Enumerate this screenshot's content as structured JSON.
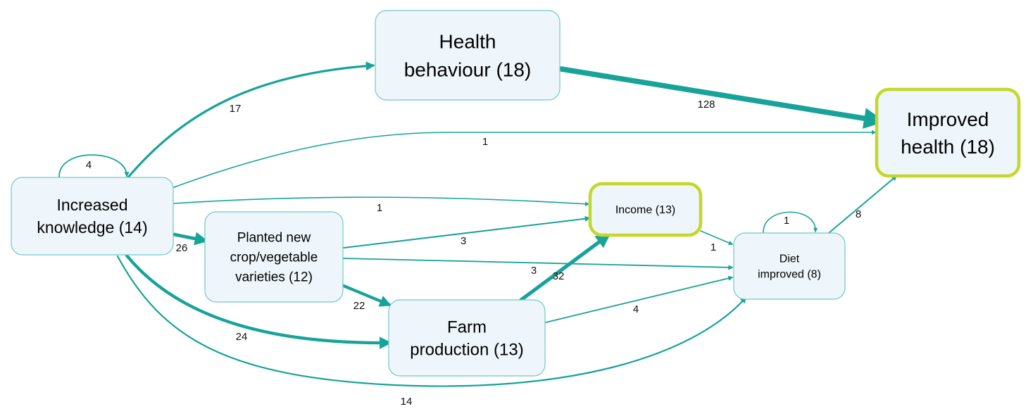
{
  "colors": {
    "edge": "#17a399",
    "node_fill": "#eef6fb",
    "node_border": "#6fc9c4",
    "outcome_border": "#c3d82a"
  },
  "nodes": {
    "knowledge": {
      "lines": [
        "Increased",
        "knowledge (14)"
      ]
    },
    "health_behaviour": {
      "lines": [
        "Health",
        "behaviour (18)"
      ]
    },
    "improved_health": {
      "lines": [
        "Improved",
        "health (18)"
      ]
    },
    "income": {
      "lines": [
        "Income (13)"
      ]
    },
    "planted": {
      "lines": [
        "Planted new",
        "crop/vegetable",
        "varieties (12)"
      ]
    },
    "farm": {
      "lines": [
        "Farm",
        "production (13)"
      ]
    },
    "diet": {
      "lines": [
        "Diet",
        "improved (8)"
      ]
    }
  },
  "edges": [
    {
      "id": "knowledge-self",
      "from": "knowledge",
      "to": "knowledge",
      "weight": 4,
      "label": "4"
    },
    {
      "id": "knowledge-health-behaviour",
      "from": "knowledge",
      "to": "health_behaviour",
      "weight": 17,
      "label": "17"
    },
    {
      "id": "health-behaviour-improved-health",
      "from": "health_behaviour",
      "to": "improved_health",
      "weight": 128,
      "label": "128"
    },
    {
      "id": "knowledge-improved-health",
      "from": "knowledge",
      "to": "improved_health",
      "weight": 1,
      "label": "1"
    },
    {
      "id": "knowledge-income",
      "from": "knowledge",
      "to": "income",
      "weight": 1,
      "label": "1"
    },
    {
      "id": "knowledge-planted",
      "from": "knowledge",
      "to": "planted",
      "weight": 26,
      "label": "26"
    },
    {
      "id": "knowledge-farm",
      "from": "knowledge",
      "to": "farm",
      "weight": 24,
      "label": "24"
    },
    {
      "id": "knowledge-diet",
      "from": "knowledge",
      "to": "diet",
      "weight": 14,
      "label": "14"
    },
    {
      "id": "planted-income",
      "from": "planted",
      "to": "income",
      "weight": 3,
      "label": "3"
    },
    {
      "id": "planted-diet",
      "from": "planted",
      "to": "diet",
      "weight": 3,
      "label": "3"
    },
    {
      "id": "planted-farm",
      "from": "planted",
      "to": "farm",
      "weight": 22,
      "label": "22"
    },
    {
      "id": "farm-income",
      "from": "farm",
      "to": "income",
      "weight": 32,
      "label": "32"
    },
    {
      "id": "farm-diet",
      "from": "farm",
      "to": "diet",
      "weight": 4,
      "label": "4"
    },
    {
      "id": "income-diet",
      "from": "income",
      "to": "diet",
      "weight": 1,
      "label": "1"
    },
    {
      "id": "diet-self",
      "from": "diet",
      "to": "diet",
      "weight": 1,
      "label": "1"
    },
    {
      "id": "diet-improved-health",
      "from": "diet",
      "to": "improved_health",
      "weight": 8,
      "label": "8"
    }
  ]
}
